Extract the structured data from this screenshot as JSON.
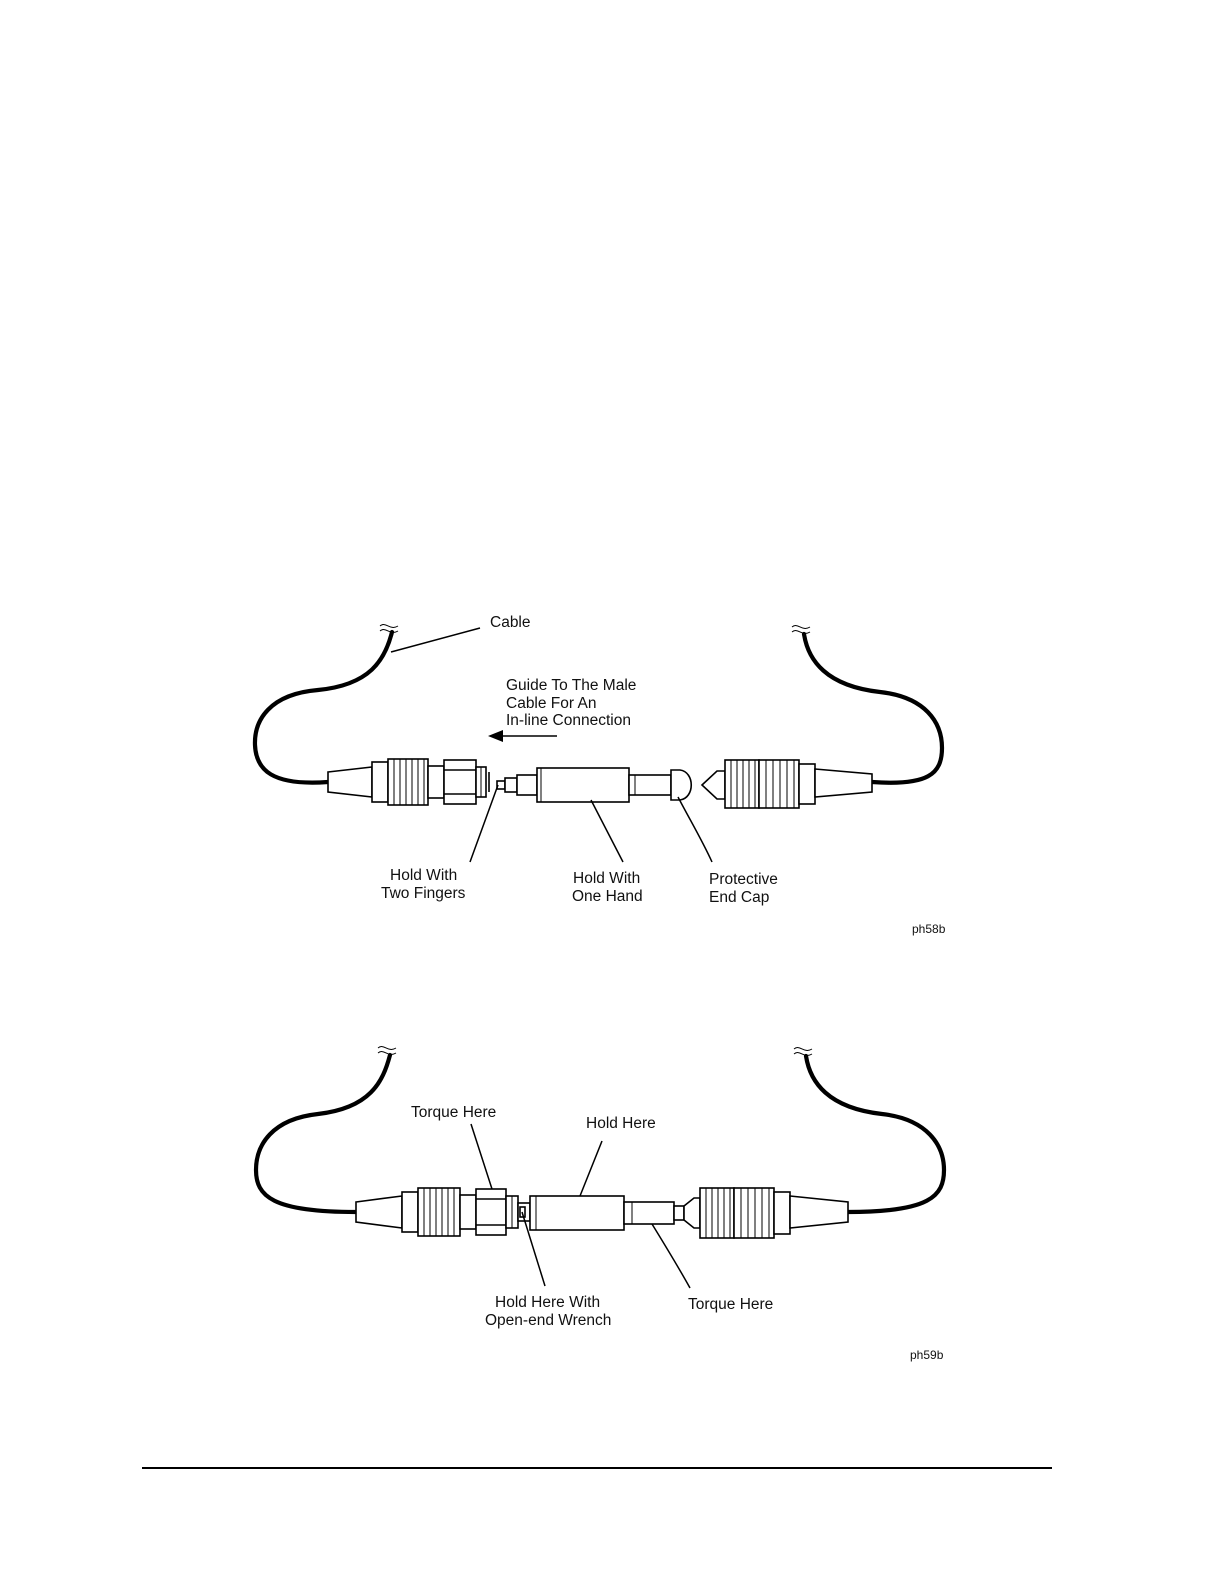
{
  "figure_top": {
    "labels": {
      "cable": "Cable",
      "guide_line1": "Guide To The Male",
      "guide_line2": "Cable For An",
      "guide_line3": "In-line Connection",
      "two_fingers_line1": "Hold With",
      "two_fingers_line2": "Two Fingers",
      "one_hand_line1": "Hold With",
      "one_hand_line2": "One Hand",
      "end_cap_line1": "Protective",
      "end_cap_line2": "End Cap"
    },
    "id": "ph58b"
  },
  "figure_bottom": {
    "labels": {
      "torque_left": "Torque Here",
      "hold_here": "Hold Here",
      "wrench_line1": "Hold Here With",
      "wrench_line2": "Open-end Wrench",
      "torque_right": "Torque Here"
    },
    "id": "ph59b"
  }
}
